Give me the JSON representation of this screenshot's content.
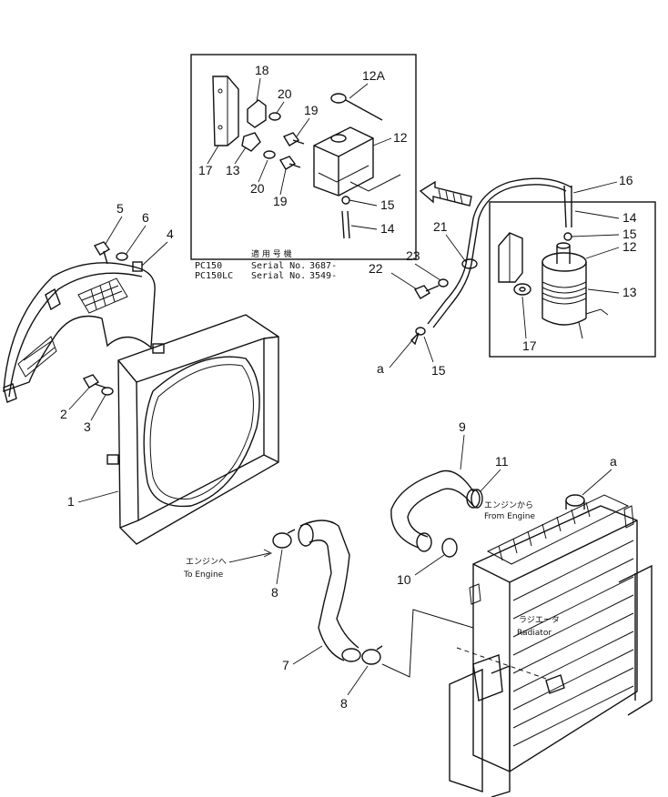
{
  "callouts": {
    "c1": "1",
    "c2": "2",
    "c3": "3",
    "c4": "4",
    "c5": "5",
    "c6": "6",
    "c7": "7",
    "c8a": "8",
    "c8b": "8",
    "c9": "9",
    "c10": "10",
    "c11": "11",
    "c12": "12",
    "c12A": "12A",
    "c13": "13",
    "c14": "14",
    "c15": "15",
    "c17": "17",
    "c18": "18",
    "c19a": "19",
    "c19b": "19",
    "c20a": "20",
    "c20b": "20",
    "c12r": "12",
    "c13r": "13",
    "c14r": "14",
    "c15r": "15",
    "c16": "16",
    "c17r": "17",
    "c21": "21",
    "c22": "22",
    "c23": "23",
    "c15b": "15",
    "ca_left": "a",
    "ca_right": "a"
  },
  "serial_box": {
    "header_jp": "適 用 号 機",
    "row1_model": "PC150",
    "row1_label": "Serial  No.",
    "row1_value": "3687-",
    "row2_model": "PC150LC",
    "row2_label": "Serial  No.",
    "row2_value": "3549-"
  },
  "labels": {
    "from_engine_jp": "エンジンから",
    "from_engine_en": "From Engine",
    "to_engine_jp": "エンジンへ",
    "to_engine_en": "To Engine",
    "radiator_jp": "ラジエータ",
    "radiator_en": "Radiator"
  }
}
